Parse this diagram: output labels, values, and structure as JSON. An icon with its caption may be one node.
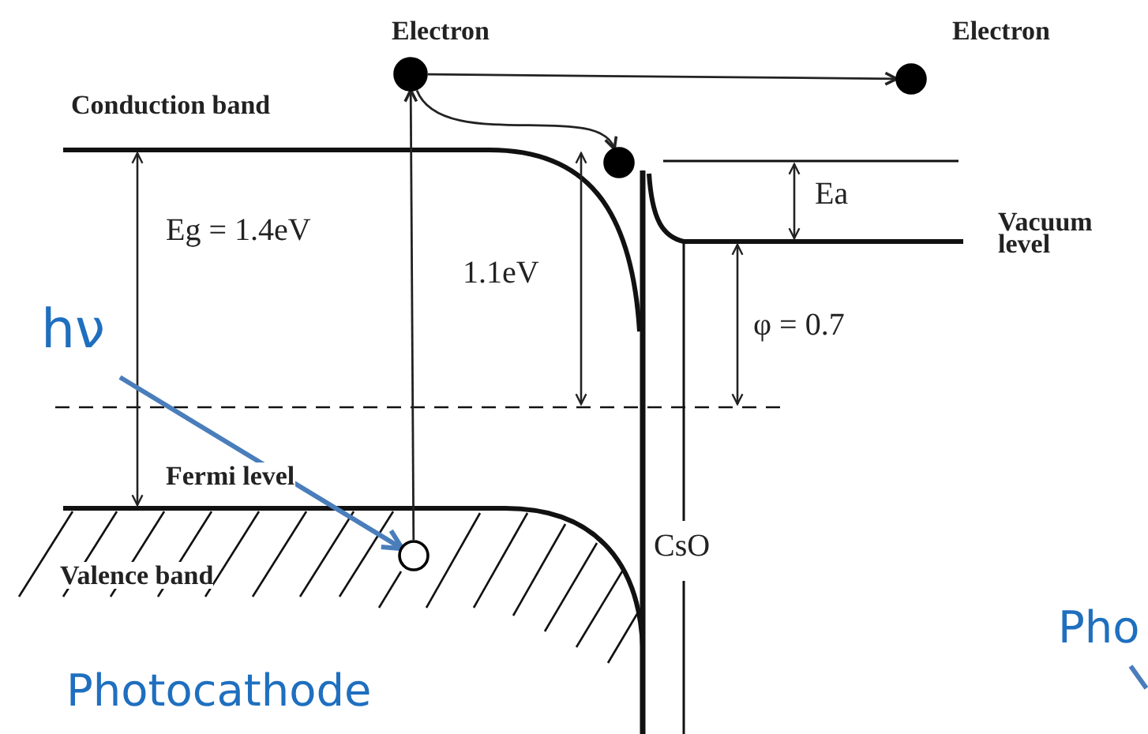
{
  "diagram": {
    "nodes": [
      {
        "text": [
          "Electron"
        ]
      },
      {
        "text": [
          "Electron"
        ]
      },
      {
        "text": [],
        "shape": "circle"
      },
      {
        "text": [],
        "shape": "circle"
      },
      {
        "text": [
          "hν"
        ]
      }
    ],
    "edges": [
      {
        "from": 3,
        "to": 0,
        "arrow": "to"
      },
      {
        "from": 0,
        "to": 1,
        "arrow": "to"
      },
      {
        "from": 0,
        "to": 2,
        "arrow": "to"
      },
      {
        "from": 4,
        "to": 3,
        "arrow": "to",
        "style": "thick",
        "color": "#4a7ebb"
      }
    ],
    "labels": [
      "Conduction band",
      "Ea",
      "Eg = 1.4eV",
      "Vacuum level",
      "1.1eV",
      "φ = 0.7",
      "Fermi level",
      "CsO",
      "Valence band",
      "Pho",
      "Photocathode"
    ]
  }
}
